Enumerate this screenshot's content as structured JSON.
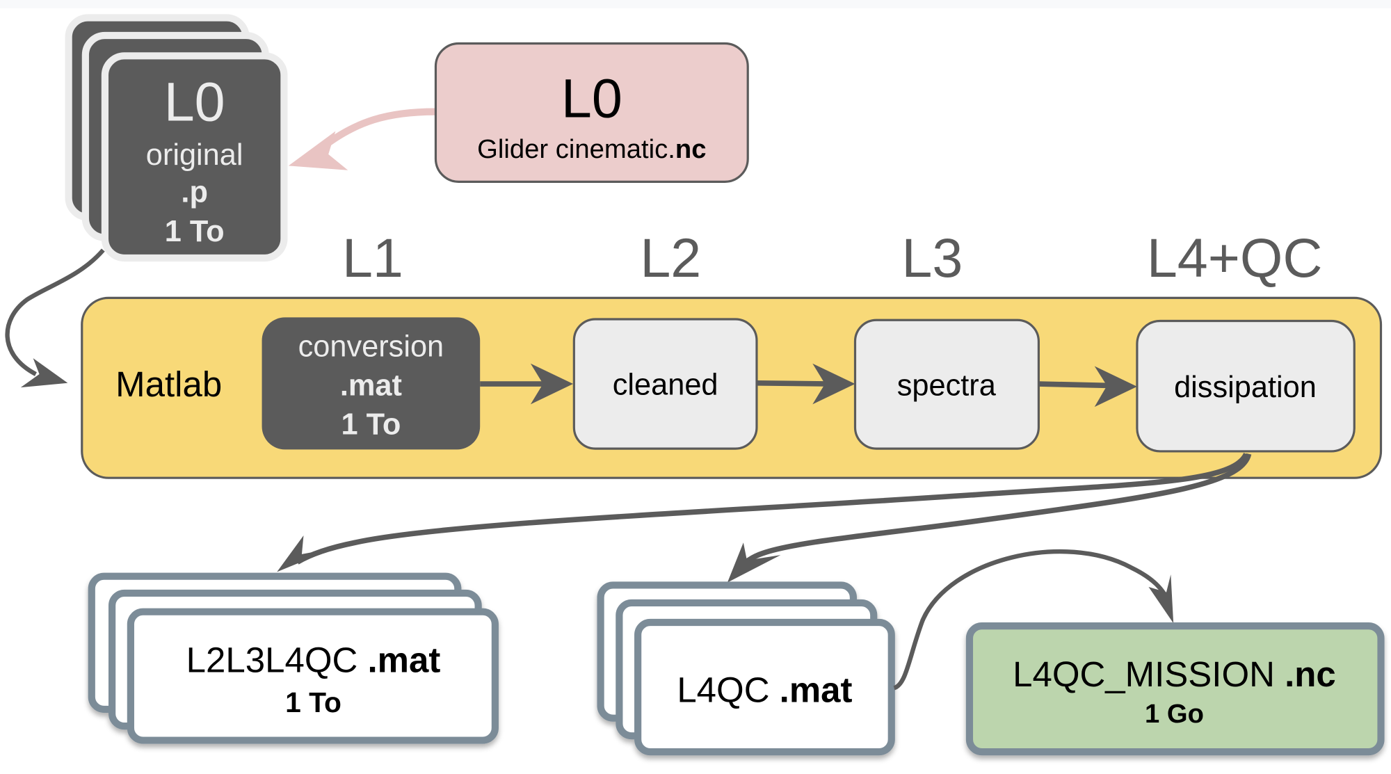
{
  "colors": {
    "dark_box": "#5b5b5b",
    "dark_outline": "#ececec",
    "pink_fill": "#eccdcc",
    "pink_arrow": "#e9c4c3",
    "yellow_fill": "#f8d978",
    "process_fill": "#ececec",
    "arrow": "#5b5b5b",
    "output_border": "#7c8c98",
    "green_fill": "#bcd5ad"
  },
  "source_raw": {
    "level": "L0",
    "name": "original",
    "ext": ".p",
    "size": "1 To"
  },
  "source_nc": {
    "level": "L0",
    "name": "Glider cinematic.",
    "ext": "nc"
  },
  "levels": [
    "L1",
    "L2",
    "L3",
    "L4+QC"
  ],
  "pipeline": {
    "tool": "Matlab",
    "steps": [
      {
        "label": "conversion",
        "ext": ".mat",
        "size": "1 To"
      },
      {
        "label": "cleaned"
      },
      {
        "label": "spectra"
      },
      {
        "label": "dissipation"
      }
    ]
  },
  "outputs": [
    {
      "name": "L2L3L4QC ",
      "ext": ".mat",
      "size": "1 To"
    },
    {
      "name": "L4QC ",
      "ext": ".mat"
    },
    {
      "name": "L4QC_MISSION ",
      "ext": ".nc",
      "size": "1 Go"
    }
  ]
}
